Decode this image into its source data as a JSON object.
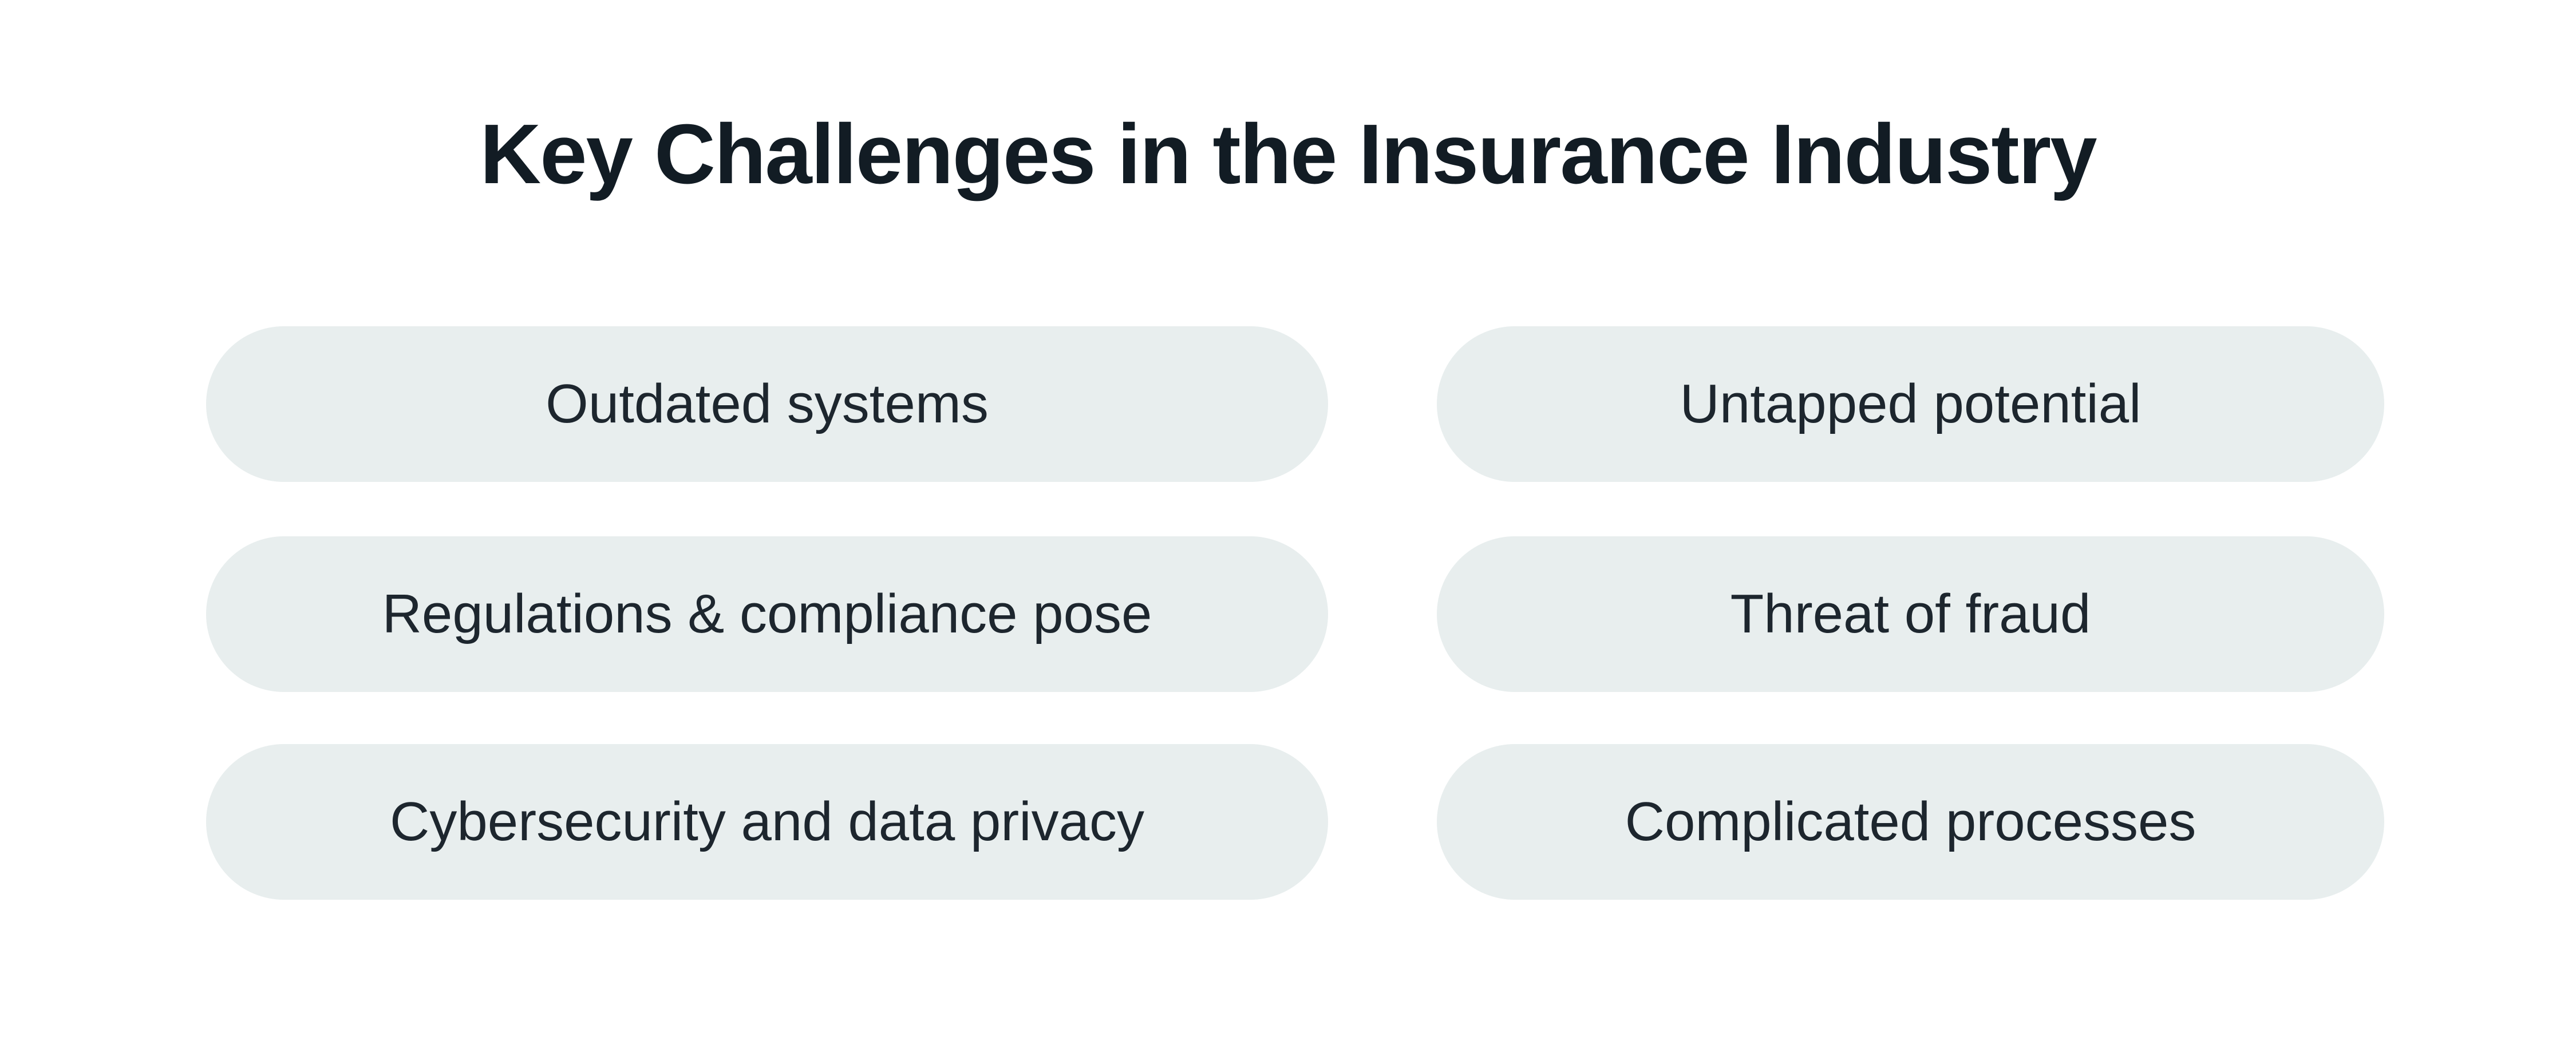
{
  "title": "Key Challenges in the Insurance Industry",
  "colors": {
    "background": "#ffffff",
    "pill_background": "#e8eeee",
    "title_text": "#121c24",
    "pill_text": "#1d262e"
  },
  "pills": {
    "left": [
      "Outdated systems",
      "Regulations & compliance pose",
      "Cybersecurity and data privacy"
    ],
    "right": [
      "Untapped potential",
      "Threat of fraud",
      "Complicated processes"
    ]
  }
}
